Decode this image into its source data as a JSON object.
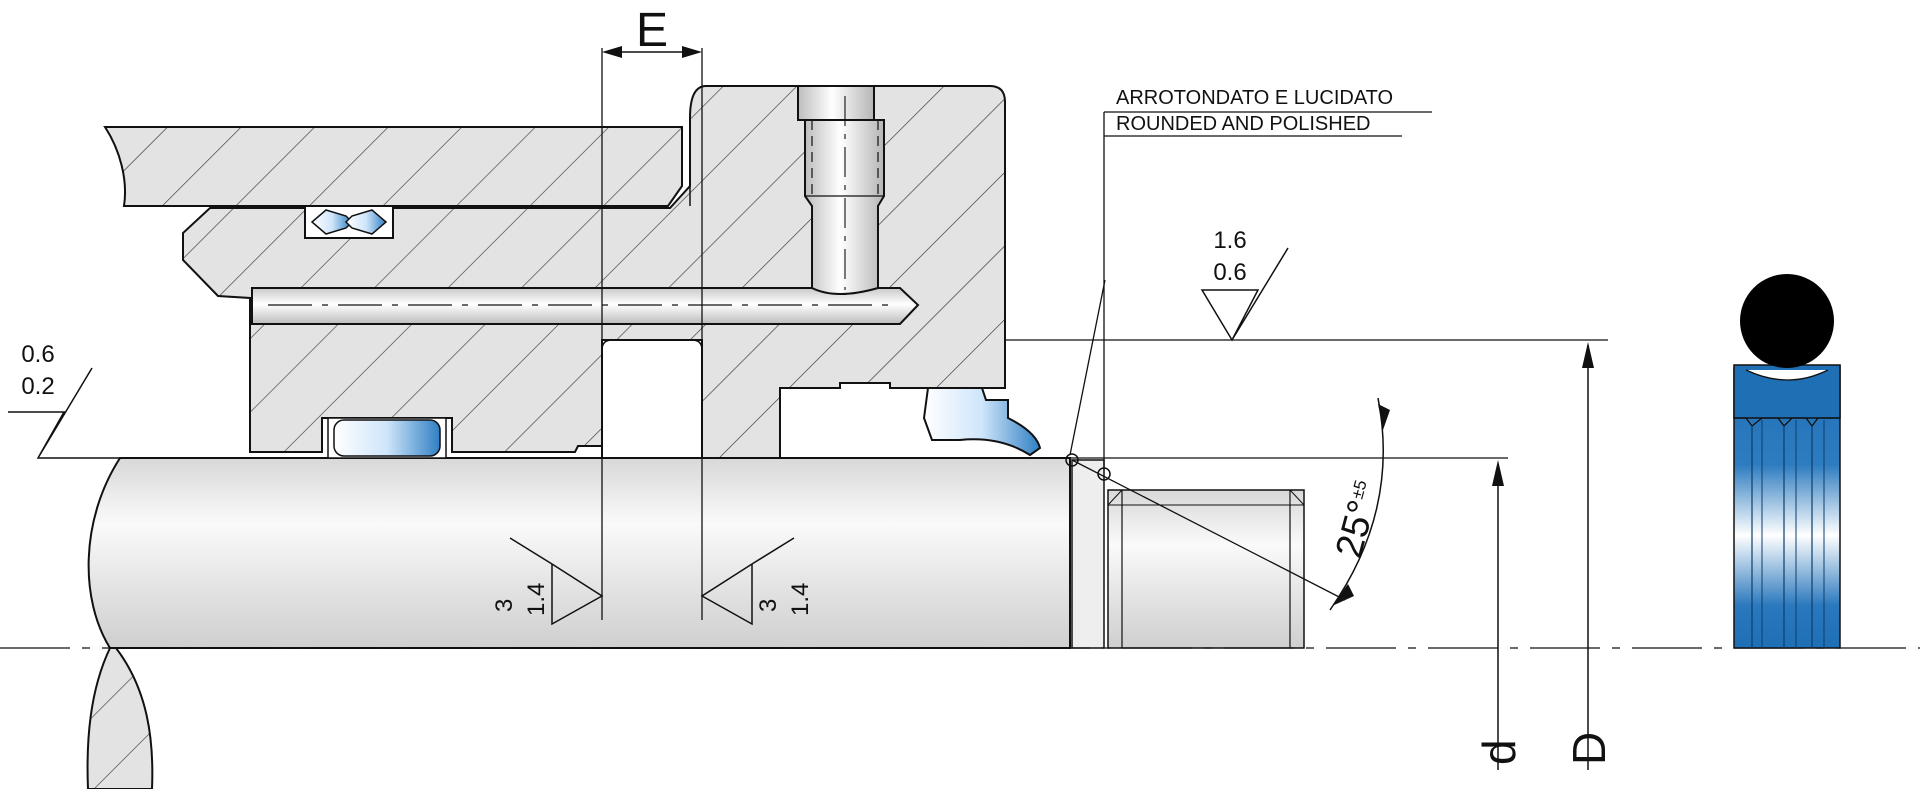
{
  "note": {
    "line1": "ARROTONDATO E LUCIDATO",
    "line2": "ROUNDED AND POLISHED"
  },
  "dimensions": {
    "E": "E",
    "d": "d",
    "D": "D",
    "angle": "25°",
    "angle_tolerance": "±5"
  },
  "roughness": {
    "bore": {
      "upper": "1.6",
      "lower": "0.6"
    },
    "rod": {
      "upper": "0.6",
      "lower": "0.2"
    },
    "groove_left": {
      "upper": "3",
      "lower": "1.4"
    },
    "groove_right": {
      "upper": "3",
      "lower": "1.4"
    }
  },
  "colors": {
    "seal_blue": "#1f6fb5",
    "oring_black": "#000000",
    "hatch": "#3a3a3a",
    "steel_light": "#f4f4f4",
    "steel_mid": "#d6d6d6"
  }
}
